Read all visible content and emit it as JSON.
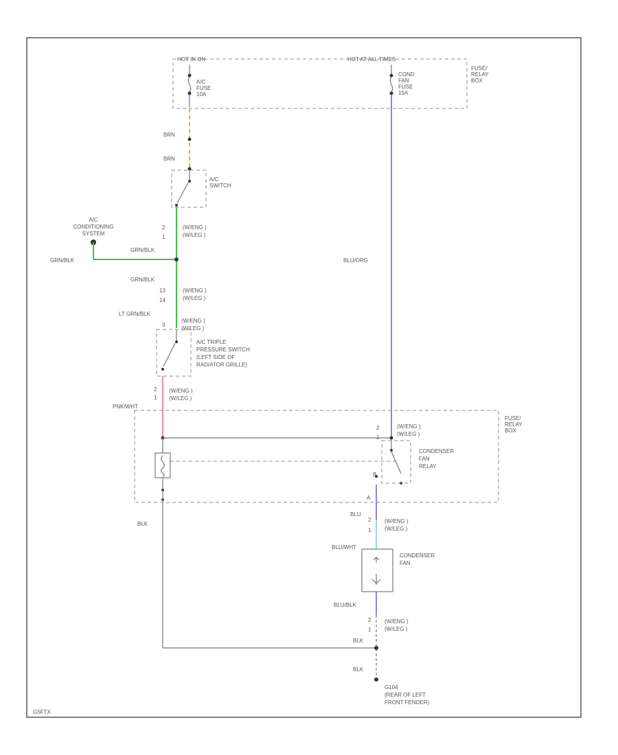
{
  "colors": {
    "brn": "#e6b422",
    "grn": "#44c044",
    "pink": "#f08aa0",
    "blu": "#8c82e8",
    "lightblu": "#9fd2e0",
    "gray": "#777777",
    "frame": "#555555"
  },
  "top_box": {
    "left_header": "HOT IN ON",
    "right_header": "HOT AT ALL TIMES",
    "box_label": [
      "FUSE/",
      "RELAY",
      "BOX"
    ],
    "ac_fuse": [
      "A/C",
      "FUSE",
      "10A"
    ],
    "cond_fuse": [
      "COND",
      "FAN",
      "FUSE",
      "15A"
    ]
  },
  "labels": {
    "brn_top": "BRN",
    "brn_bottom": "BRN",
    "ac_switch": [
      "A/C",
      "SWITCH"
    ],
    "connector_1": [
      "(W/ENG )",
      "(W/LEG )"
    ],
    "ac_system": [
      "A/C",
      "CONDITIONING",
      "SYSTEM"
    ],
    "grn_blk_1": "GRN/BLK",
    "grn_blk_2": "GRN/BLK",
    "grn_blk_3": "GRN/BLK",
    "connector_2": [
      "(W/ENG )",
      "(W/LEG )"
    ],
    "lt_grn_blk": "LT GRN/BLK",
    "connector_3": [
      "(W/ENG )",
      "(W/LEG )"
    ],
    "pressure_switch": [
      "A/C TRIPLE",
      "PRESSURE SWITCH",
      "(LEFT SIDE OF",
      "RADIATOR GRILLE)"
    ],
    "connector_4": [
      "(W/ENG )",
      "(W/LEG )"
    ],
    "pnk_wht": "PNK/WHT",
    "blu_org": "BLU/ORG",
    "fuse_box_2": [
      "FUSE/",
      "RELAY",
      "BOX"
    ],
    "connector_5": [
      "(W/ENG )",
      "(W/LEG )"
    ],
    "relay": [
      "CONDENSER",
      "FAN",
      "RELAY"
    ],
    "blk_left": "BLK",
    "blu_short": "BLU",
    "connector_6": [
      "(W/ENG )",
      "(W/LEG )"
    ],
    "blu_wht": "BLU/WHT",
    "fan": [
      "CONDENSER",
      "FAN"
    ],
    "blu_blk": "BLU/BLK",
    "connector_7": [
      "(W/ENG )",
      "(W/LEG )"
    ],
    "blk_1": "BLK",
    "blk_2": "BLK",
    "ground": [
      "G104",
      "(REAR OF LEFT",
      "FRONT FENDER)"
    ],
    "pin_2a": "2",
    "pin_1a": "1",
    "pin_2b": "2",
    "pin_1b": "1",
    "pin_13": "13",
    "pin_14": "14",
    "pin_3": "3",
    "pin_2c": "2",
    "pin_1c": "1",
    "pin_a": "A",
    "pin_b": "B",
    "pin_2d": "2",
    "pin_1d": "1",
    "pin_2e": "2",
    "pin_1e": "1",
    "corner_code": "G5FTX"
  }
}
